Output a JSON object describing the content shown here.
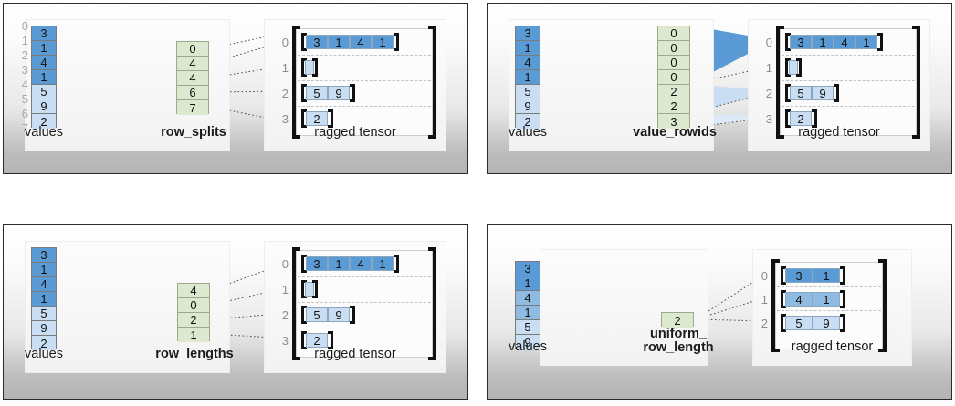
{
  "colors": {
    "blue_dark": "#5b9bd5",
    "blue_mid": "#8fbbe2",
    "blue_light": "#c9def2",
    "blue_lighter": "#dceaf7",
    "green": "#dde8d0",
    "green_border": "#9aab8b",
    "cell_border": "#7b7b7b",
    "bracket": "#111111",
    "index_gray": "#a8a8a8",
    "panel_border": "#2b2b2b"
  },
  "common": {
    "values_label": "values",
    "ragged_label": "ragged tensor"
  },
  "panels": [
    {
      "id": "row_splits",
      "encoding_label": "row_splits",
      "show_value_indices": true,
      "value_indices": [
        "0",
        "1",
        "2",
        "3",
        "4",
        "5",
        "6",
        "7"
      ],
      "values": [
        "3",
        "1",
        "4",
        "1",
        "5",
        "9",
        "2"
      ],
      "value_shades": [
        "dark",
        "dark",
        "dark",
        "dark",
        "light",
        "light",
        "light"
      ],
      "encoding_values": [
        "0",
        "4",
        "4",
        "6",
        "7"
      ],
      "ragged_row_labels": [
        "0",
        "1",
        "2",
        "3"
      ],
      "ragged_rows": [
        [
          "3",
          "1",
          "4",
          "1"
        ],
        [],
        [
          "5",
          "9"
        ],
        [
          "2"
        ]
      ],
      "ragged_row_shades": [
        "dark",
        "light",
        "light",
        "light"
      ]
    },
    {
      "id": "value_rowids",
      "encoding_label": "value_rowids",
      "show_value_indices": false,
      "value_indices": [],
      "values": [
        "3",
        "1",
        "4",
        "1",
        "5",
        "9",
        "2"
      ],
      "value_shades": [
        "dark",
        "dark",
        "dark",
        "dark",
        "light",
        "light",
        "light"
      ],
      "encoding_values": [
        "0",
        "0",
        "0",
        "0",
        "2",
        "2",
        "3"
      ],
      "ragged_row_labels": [
        "0",
        "1",
        "2",
        "3"
      ],
      "ragged_rows": [
        [
          "3",
          "1",
          "4",
          "1"
        ],
        [],
        [
          "5",
          "9"
        ],
        [
          "2"
        ]
      ],
      "ragged_row_shades": [
        "dark",
        "light",
        "light",
        "light"
      ]
    },
    {
      "id": "row_lengths",
      "encoding_label": "row_lengths",
      "show_value_indices": false,
      "value_indices": [],
      "values": [
        "3",
        "1",
        "4",
        "1",
        "5",
        "9",
        "2"
      ],
      "value_shades": [
        "dark",
        "dark",
        "dark",
        "dark",
        "light",
        "light",
        "light"
      ],
      "encoding_values": [
        "4",
        "0",
        "2",
        "1"
      ],
      "ragged_row_labels": [
        "0",
        "1",
        "2",
        "3"
      ],
      "ragged_rows": [
        [
          "3",
          "1",
          "4",
          "1"
        ],
        [],
        [
          "5",
          "9"
        ],
        [
          "2"
        ]
      ],
      "ragged_row_shades": [
        "dark",
        "light",
        "light",
        "light"
      ]
    },
    {
      "id": "uniform_row_length",
      "encoding_label": "uniform_\nrow_length",
      "show_value_indices": false,
      "value_indices": [],
      "values": [
        "3",
        "1",
        "4",
        "1",
        "5",
        "9"
      ],
      "value_shades": [
        "dark",
        "dark",
        "mid",
        "mid",
        "light",
        "light"
      ],
      "encoding_values": [
        "2"
      ],
      "ragged_row_labels": [
        "0",
        "1",
        "2"
      ],
      "ragged_rows": [
        [
          "3",
          "1"
        ],
        [
          "4",
          "1"
        ],
        [
          "5",
          "9"
        ]
      ],
      "ragged_row_shades": [
        "dark",
        "mid",
        "light"
      ]
    }
  ]
}
